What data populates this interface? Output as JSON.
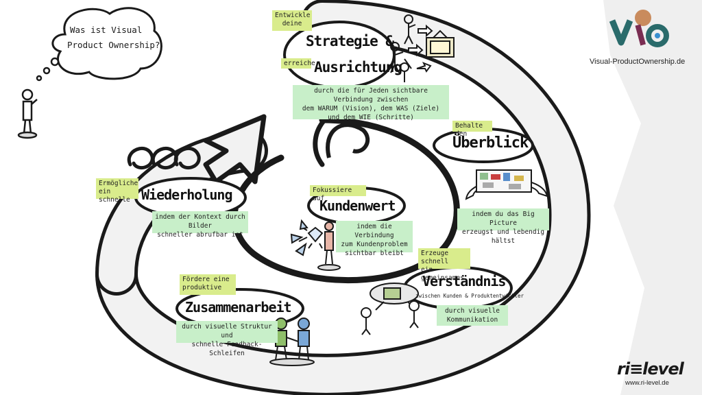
{
  "thought_bubble": {
    "line1": "Was ist Visual",
    "line2": "Product Ownership?"
  },
  "stages": {
    "strategy": {
      "tag1": "Entwickle deine",
      "title1": "Strategie &",
      "tag2": "erreiche",
      "title2": "Ausrichtung",
      "desc": [
        "durch die für Jeden sichtbare Verbindung zwischen",
        "dem WARUM (Vision), dem WAS (Ziele)",
        "und dem WIE (Schritte)"
      ]
    },
    "overview": {
      "tag": "Behalte den",
      "title": "Überblick",
      "desc": [
        "indem du das Big Picture",
        "erzeugst und lebendig hältst"
      ]
    },
    "understanding": {
      "tag": [
        "Erzeuge schnell",
        "ein gemeinsames"
      ],
      "title": "Verständnis",
      "subtitle": "zwischen Kunden & Produktentwickler",
      "desc": [
        "durch visuelle",
        "Kommunikation"
      ]
    },
    "collaboration": {
      "tag": [
        "Fördere eine",
        "produktive"
      ],
      "title": "Zusammenarbeit",
      "desc": [
        "durch visuelle Struktur und",
        "schnelle Feedback-Schleifen"
      ]
    },
    "repetition": {
      "tag": [
        "Ermögliche",
        "ein schnelle"
      ],
      "title": "Wiederholung",
      "desc": [
        "indem der Kontext durch Bilder",
        "schneller abrufbar ist"
      ]
    },
    "customer_value": {
      "tag": "Fokussiere auf",
      "title": "Kundenwert",
      "desc": [
        "indem die Verbindung",
        "zum Kundenproblem",
        "sichtbar bleibt"
      ]
    }
  },
  "branding": {
    "site_url": "Visual-ProductOwnership.de",
    "logo_brand": "ri≡level",
    "logo_url": "www.ri-level.de"
  },
  "colors": {
    "tag_yellow": "#d9ec8c",
    "tag_green": "#c8efc9",
    "ink": "#1a1a1a",
    "arrow_fill": "#f2f2f2"
  },
  "icons": [
    "person-thinking-icon",
    "people-pointing-frame-icon",
    "recycle-loops-icon",
    "big-picture-board-icon",
    "customer-diamond-icon",
    "two-people-speech-icon",
    "collaboration-people-icon",
    "vpo-bulb-logo-icon",
    "ri-level-logo-icon"
  ]
}
